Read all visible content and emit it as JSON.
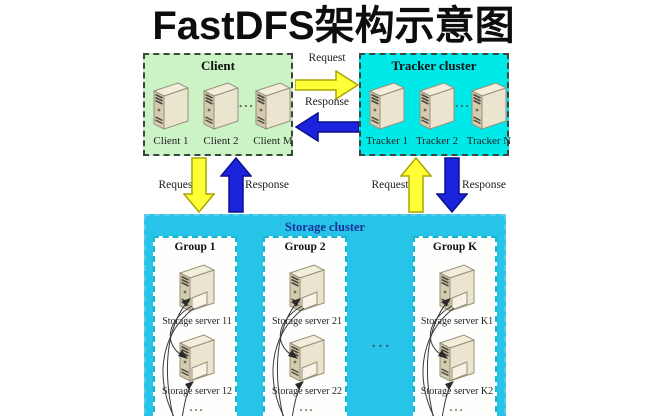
{
  "title": "FastDFS架构示意图",
  "client_cluster": {
    "title": "Client",
    "servers": [
      "Client 1",
      "Client 2",
      "Client M"
    ],
    "ellipsis": "..."
  },
  "tracker_cluster": {
    "title": "Tracker cluster",
    "servers": [
      "Tracker 1",
      "Tracker 2",
      "Tracker N"
    ],
    "ellipsis": "..."
  },
  "client_tracker_link": {
    "request_label": "Request",
    "response_label": "Response"
  },
  "client_storage_link": {
    "request_label": "Request",
    "response_label": "Response"
  },
  "tracker_storage_link": {
    "request_label": "Request",
    "response_label": "Response"
  },
  "storage_cluster": {
    "title": "Storage cluster",
    "groups": [
      {
        "title": "Group 1",
        "servers": [
          "Storage server 11",
          "Storage server 12"
        ],
        "more": "..."
      },
      {
        "title": "Group 2",
        "servers": [
          "Storage server 21",
          "Storage server 22"
        ],
        "more": "..."
      },
      {
        "title": "Group K",
        "servers": [
          "Storage server K1",
          "Storage server K2"
        ],
        "more": "..."
      }
    ],
    "groups_ellipsis": "..."
  },
  "colors": {
    "client_bg": "#cbf3c5",
    "tracker_bg": "#00e9e9",
    "storage_bg": "#27c3e9",
    "request_arrow": "#ffff38",
    "response_arrow": "#1b23dd"
  }
}
